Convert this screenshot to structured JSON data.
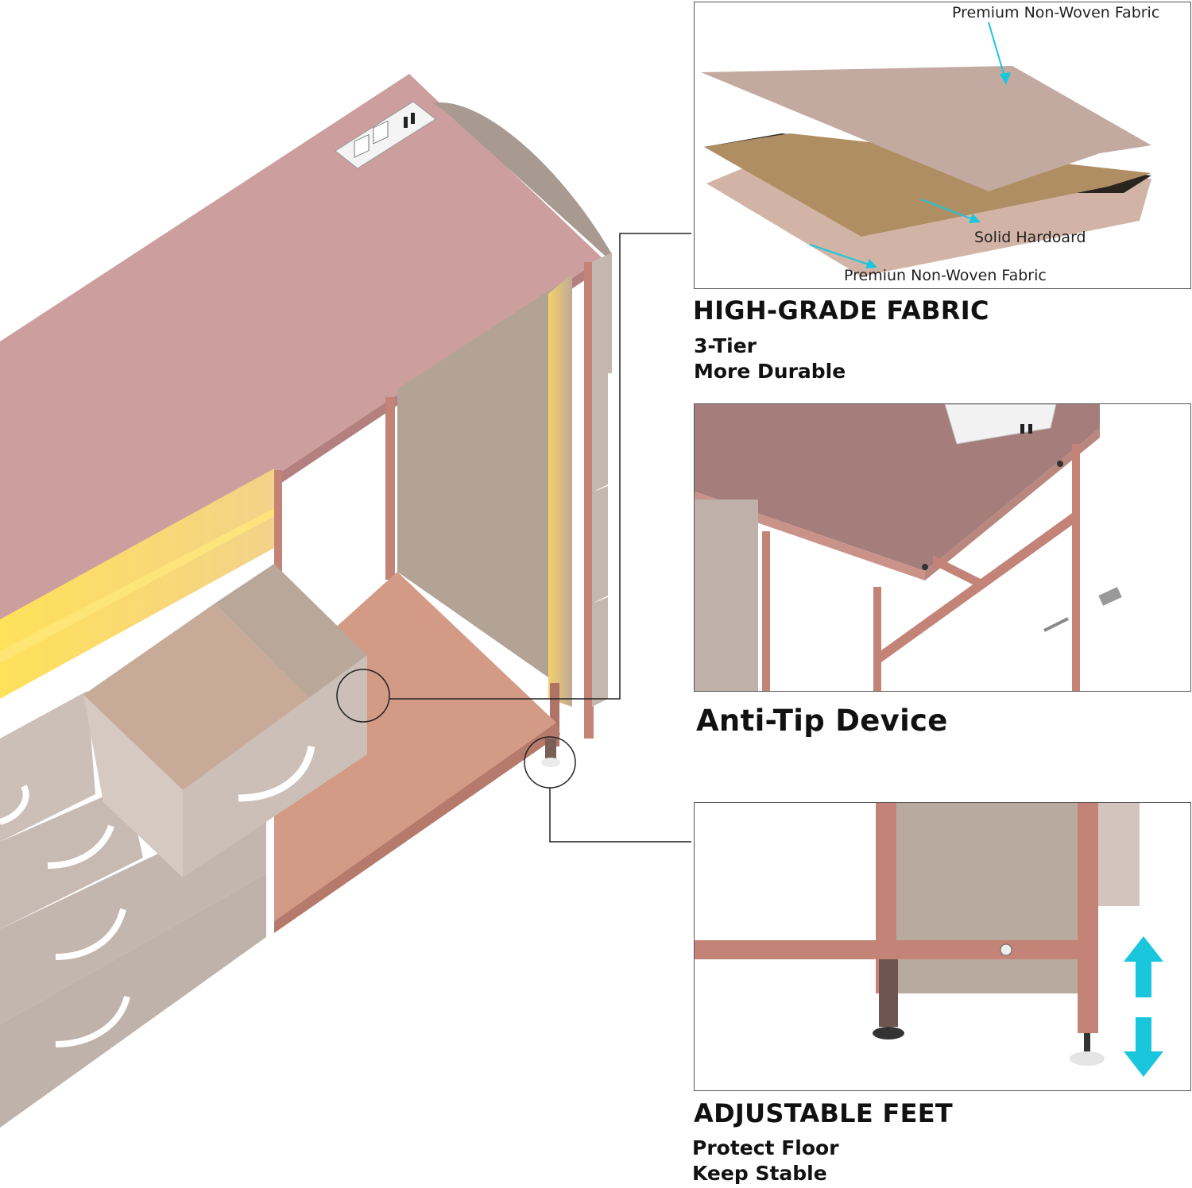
{
  "fabric": {
    "layers": {
      "top": "Premium Non-Woven Fabric",
      "middle": "Solid Hardoard",
      "bottom": "Premiun Non-Woven Fabric"
    },
    "title": "HIGH-GRADE FABRIC",
    "lines": [
      "3-Tier",
      "More Durable"
    ]
  },
  "antitip": {
    "title": "Anti-Tip Device"
  },
  "feet": {
    "title": "ADJUSTABLE FEET",
    "lines": [
      "Protect Floor",
      "Keep Stable"
    ]
  },
  "colors": {
    "accent_arrow": "#19c6dc",
    "rose_frame": "#c38377",
    "top_panel": "#cc9e9e",
    "fabric_drawer": "#cbbfb8",
    "led_glow": "#ffd74a"
  }
}
